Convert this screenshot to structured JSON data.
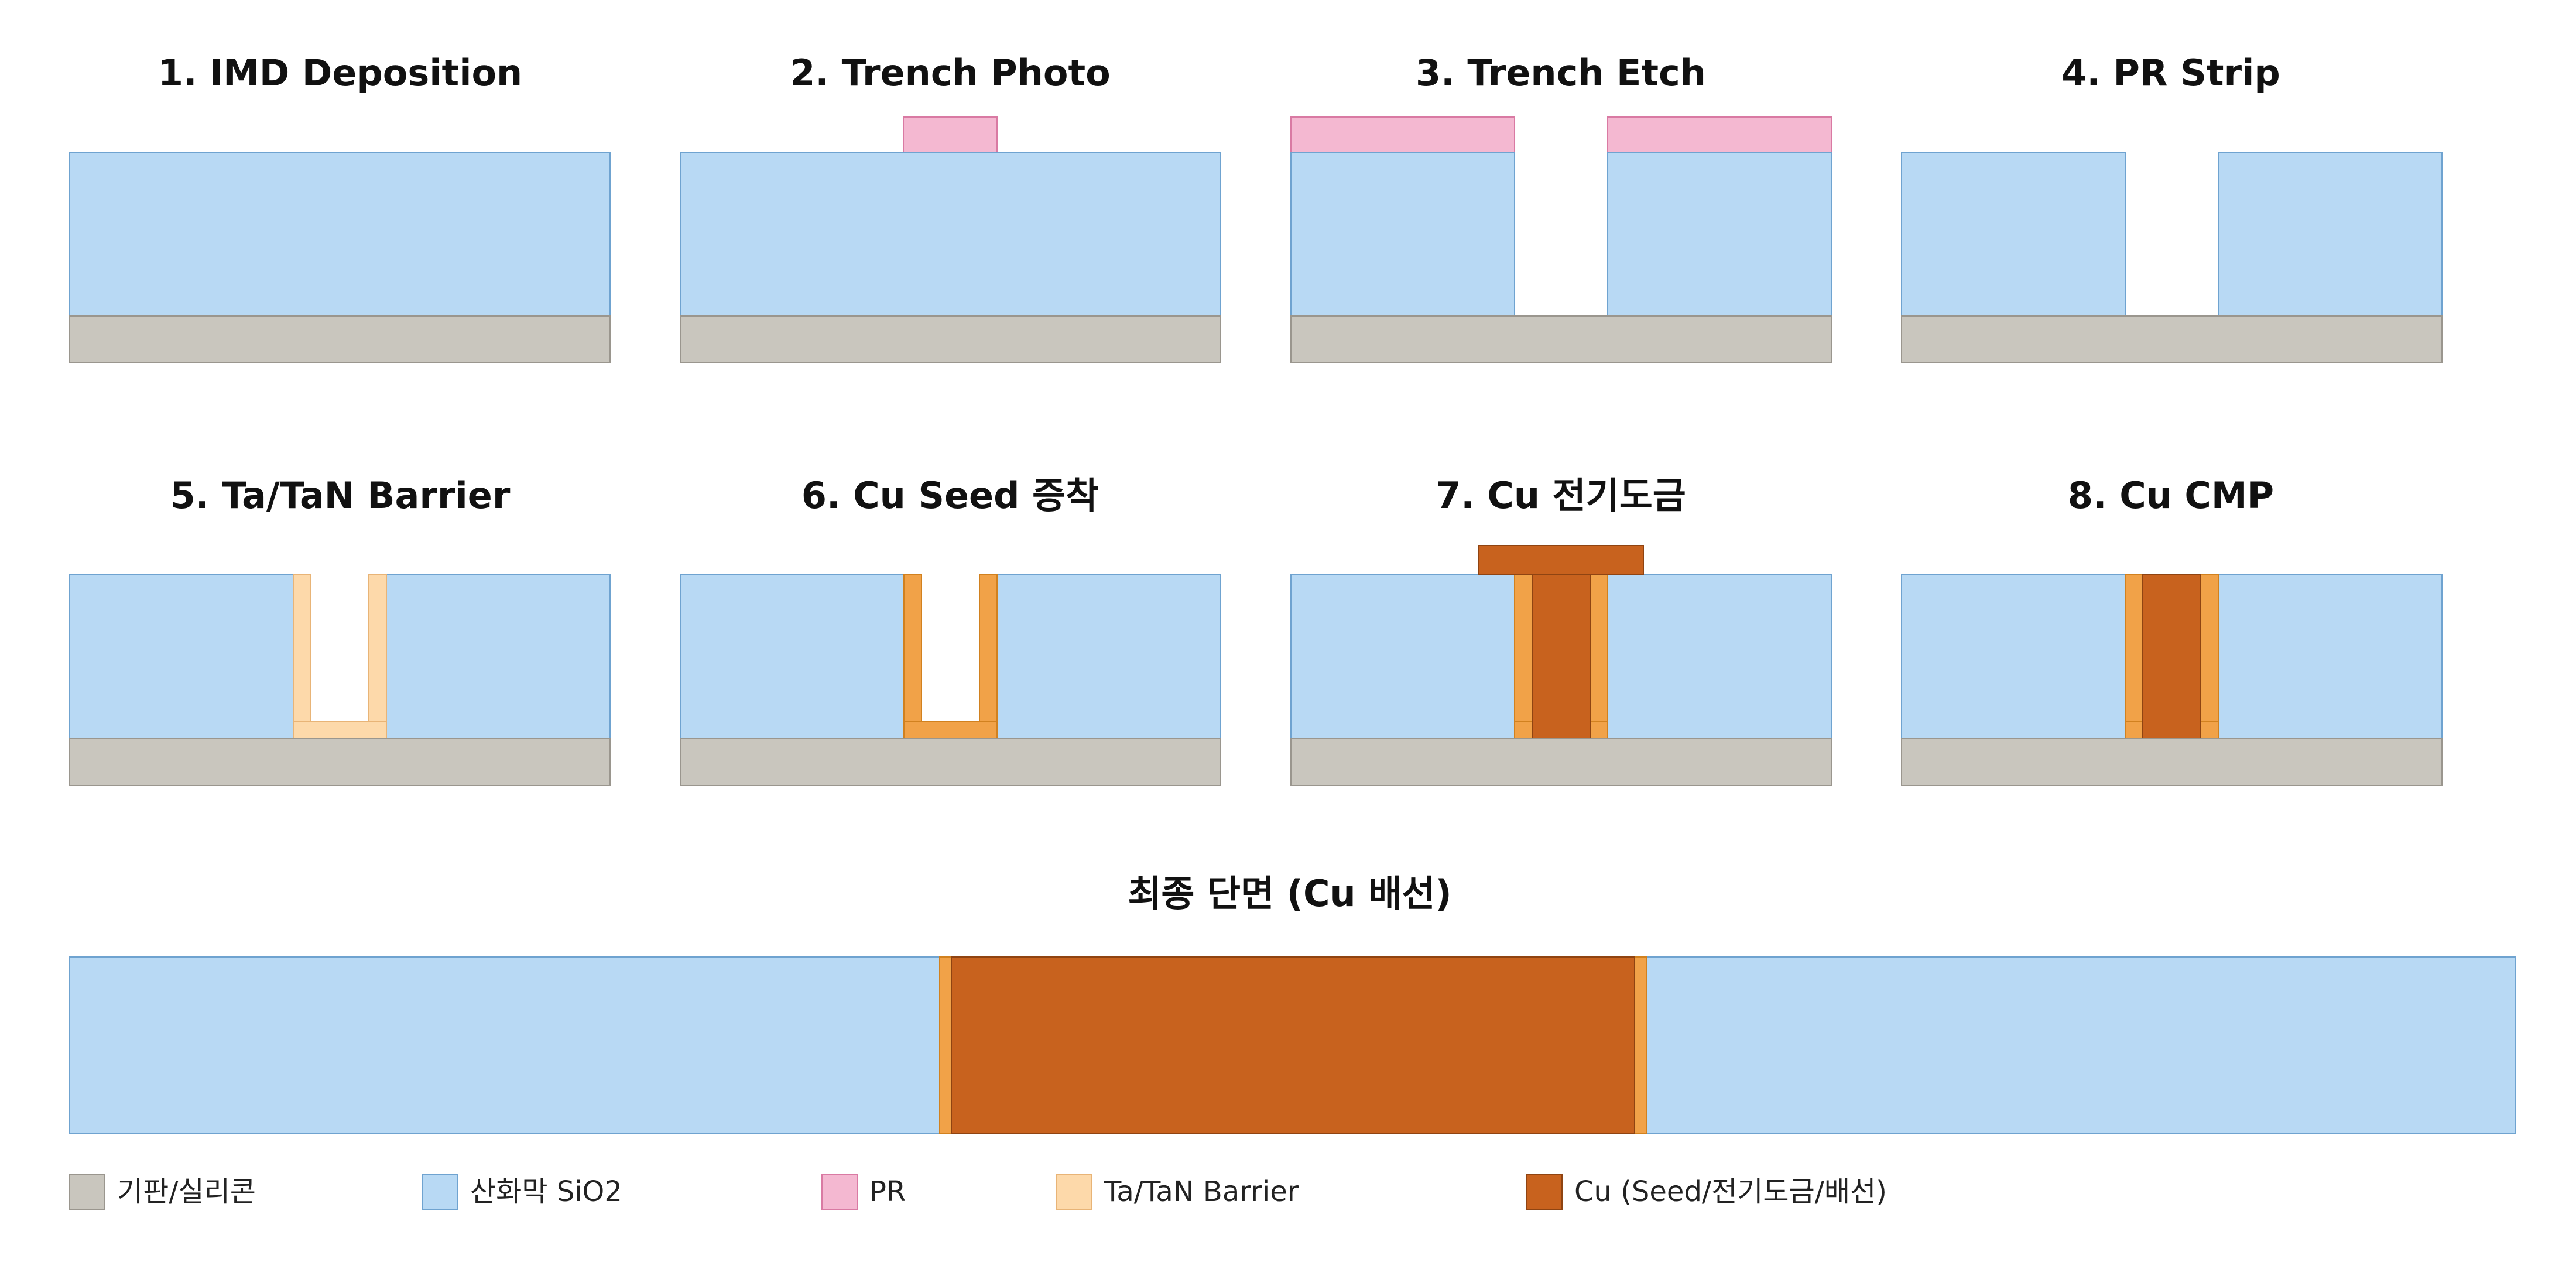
{
  "colors": {
    "substrate": "#c9c6be",
    "substrate_edge": "#9a968e",
    "oxide": "#b8d9f4",
    "oxide_edge": "#6fa3d0",
    "pr": "#f4b8d1",
    "pr_edge": "#d97aa3",
    "barrier": "#fdd9aa",
    "barrier_edge": "#e8b477",
    "seed": "#f1a248",
    "seed_edge": "#d1811f",
    "cu": "#c8621e",
    "cu_edge": "#8f4412"
  },
  "panels": [
    {
      "id": "p1",
      "title": "1. IMD Deposition"
    },
    {
      "id": "p2",
      "title": "2. Trench Photo"
    },
    {
      "id": "p3",
      "title": "3. Trench Etch"
    },
    {
      "id": "p4",
      "title": "4. PR Strip"
    },
    {
      "id": "p5",
      "title": "5. Ta/TaN Barrier"
    },
    {
      "id": "p6",
      "title": "6. Cu Seed 증착"
    },
    {
      "id": "p7",
      "title": "7. Cu 전기도금"
    },
    {
      "id": "p8",
      "title": "8. Cu CMP"
    }
  ],
  "final": {
    "title": "최종 단면 (Cu 배선)"
  },
  "legend": [
    {
      "key": "substrate",
      "label": "기판/실리콘"
    },
    {
      "key": "oxide",
      "label": "산화막 SiO2"
    },
    {
      "key": "pr",
      "label": "PR"
    },
    {
      "key": "barrier",
      "label": "Ta/TaN Barrier"
    },
    {
      "key": "cu",
      "label": "Cu (Seed/전기도금/배선)"
    }
  ]
}
